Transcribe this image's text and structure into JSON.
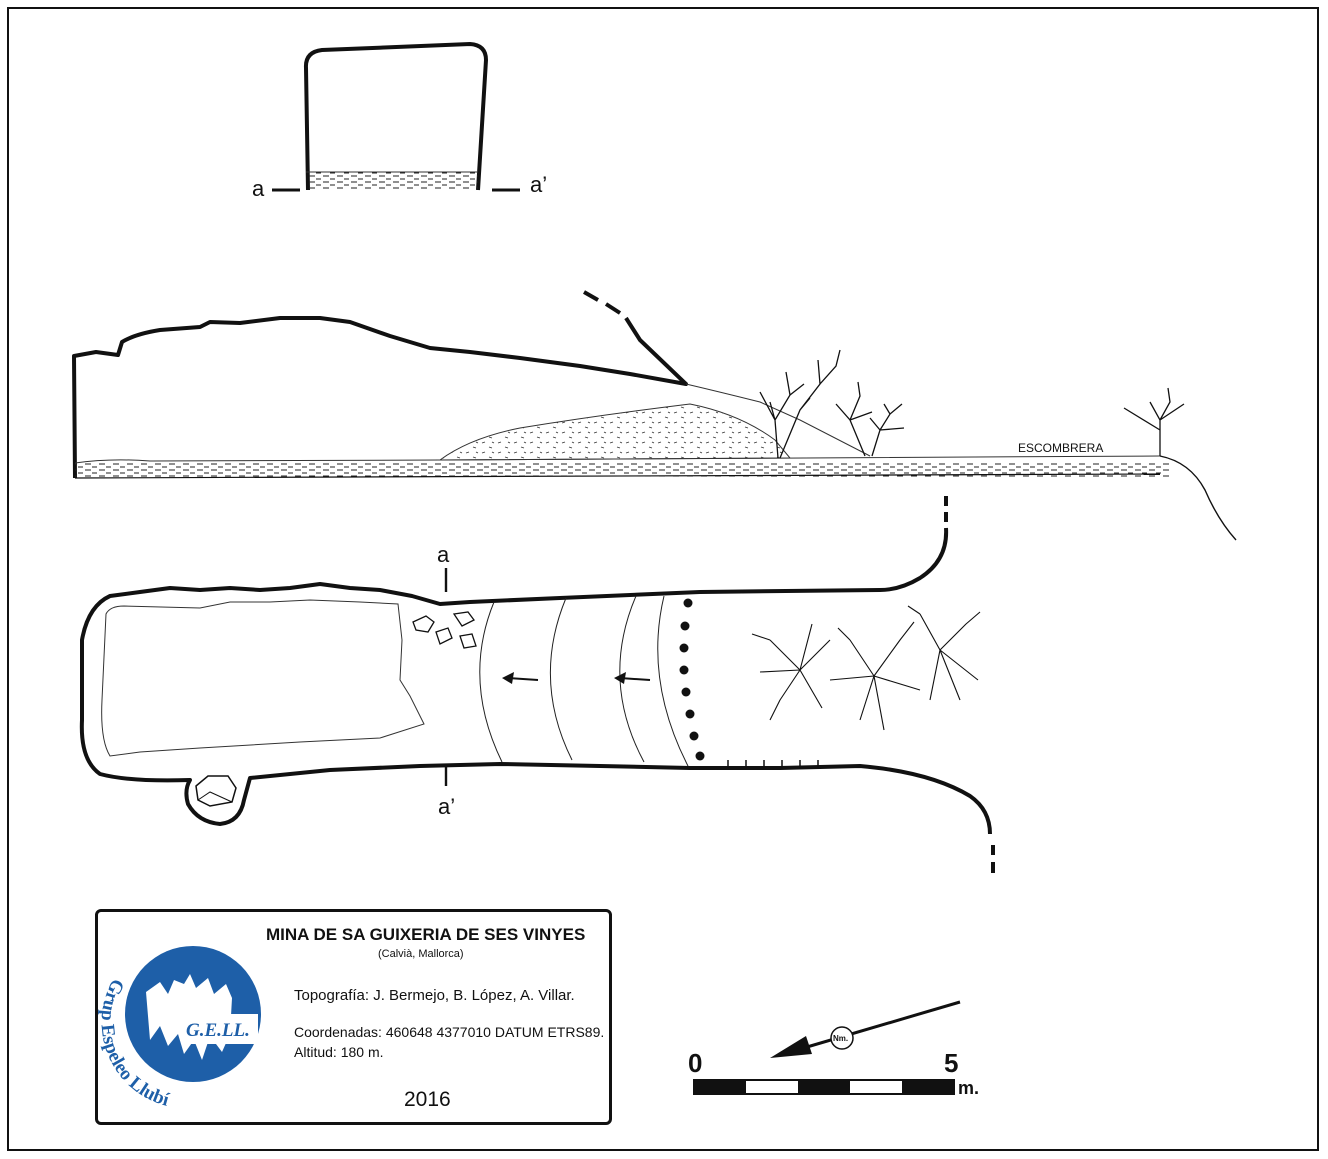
{
  "section_labels": {
    "a_top": "a",
    "a_prime_top": "a’",
    "a_plan": "a",
    "a_prime_plan": "a’"
  },
  "profile": {
    "escombrera_label": "ESCOMBRERA"
  },
  "info_box": {
    "title": "MINA DE SA GUIXERIA DE SES VINYES",
    "location": "(Calvià, Mallorca)",
    "topografia": "Topografía: J. Bermejo, B. López, A. Villar.",
    "coordenadas": "Coordenadas: 460648 4377010 DATUM ETRS89.",
    "altitud": "Altitud: 180 m.",
    "year": "2016"
  },
  "logo": {
    "initials": "G.E.LL.",
    "ring_text": "Grup Espeleo Llubí",
    "color": "#1e5fa8"
  },
  "scale_bar": {
    "start_label": "0",
    "end_label": "5",
    "unit": "m."
  },
  "north_arrow": {
    "label": "Nm."
  },
  "colors": {
    "ink": "#111111",
    "logo_blue": "#1e5fa8"
  }
}
